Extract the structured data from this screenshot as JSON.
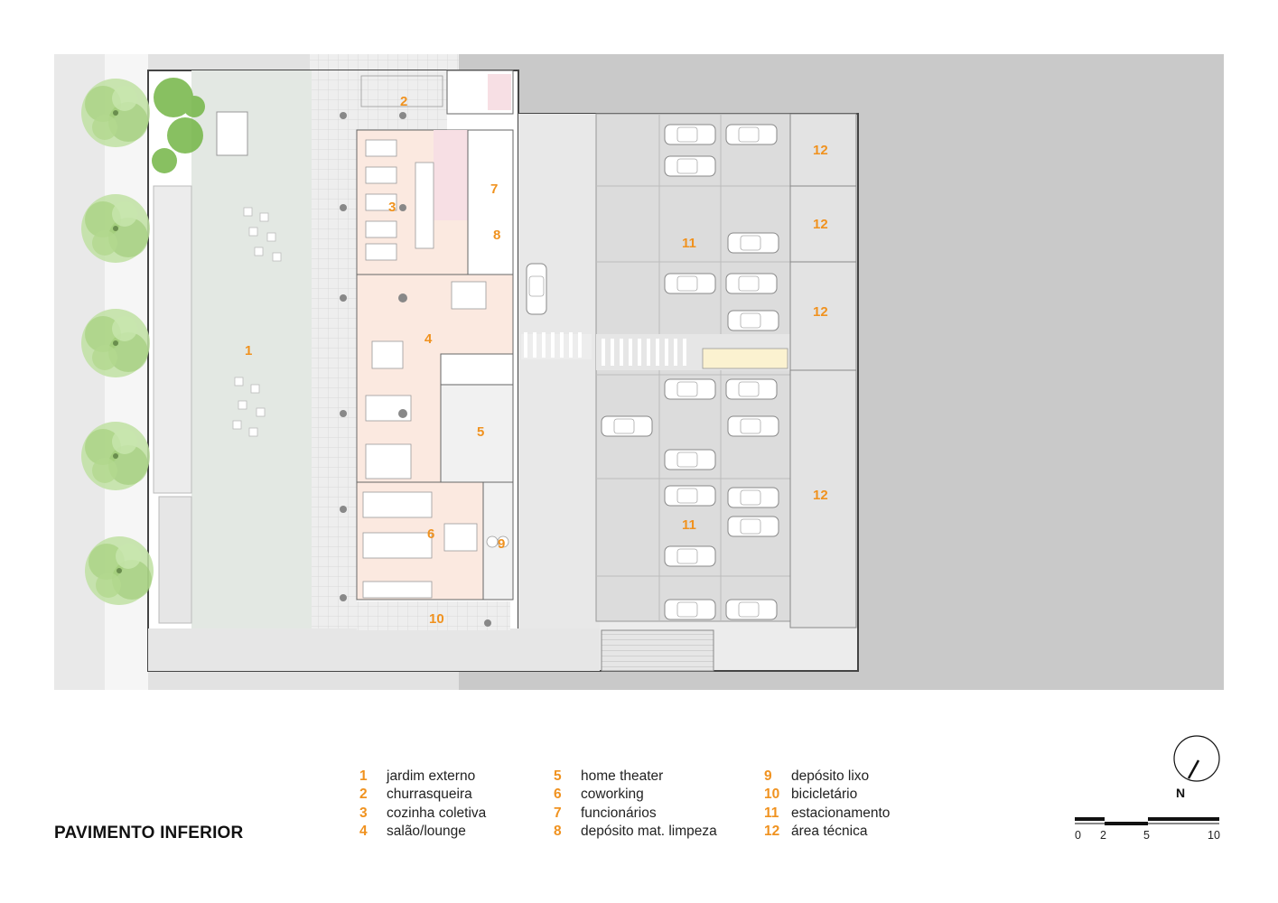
{
  "title": "PAVIMENTO INFERIOR",
  "legend": [
    [
      {
        "num": "1",
        "label": "jardim externo"
      },
      {
        "num": "2",
        "label": "churrasqueira"
      },
      {
        "num": "3",
        "label": "cozinha coletiva"
      },
      {
        "num": "4",
        "label": "salão/lounge"
      }
    ],
    [
      {
        "num": "5",
        "label": "home theater"
      },
      {
        "num": "6",
        "label": "coworking"
      },
      {
        "num": "7",
        "label": "funcionários"
      },
      {
        "num": "8",
        "label": "depósito mat. limpeza"
      }
    ],
    [
      {
        "num": "9",
        "label": "depósito lixo"
      },
      {
        "num": "10",
        "label": "bicicletário"
      },
      {
        "num": "11",
        "label": "estacionamento"
      },
      {
        "num": "12",
        "label": "área técnica"
      }
    ]
  ],
  "plan_labels": [
    "1",
    "2",
    "3",
    "4",
    "5",
    "6",
    "7",
    "8",
    "9",
    "10",
    "11",
    "11",
    "12",
    "12",
    "12",
    "12"
  ],
  "scale": {
    "ticks": [
      "0",
      "2",
      "5",
      "10"
    ]
  },
  "north": "N",
  "colors": {
    "label_orange": "#f0921f",
    "garden": "#e3e8e3",
    "paving": "#efefef",
    "interior_warm": "#fbe9e0",
    "parking": "#dcdcdc",
    "outside_grey": "#c8c8c8",
    "tree_green": "#a9d08a"
  }
}
